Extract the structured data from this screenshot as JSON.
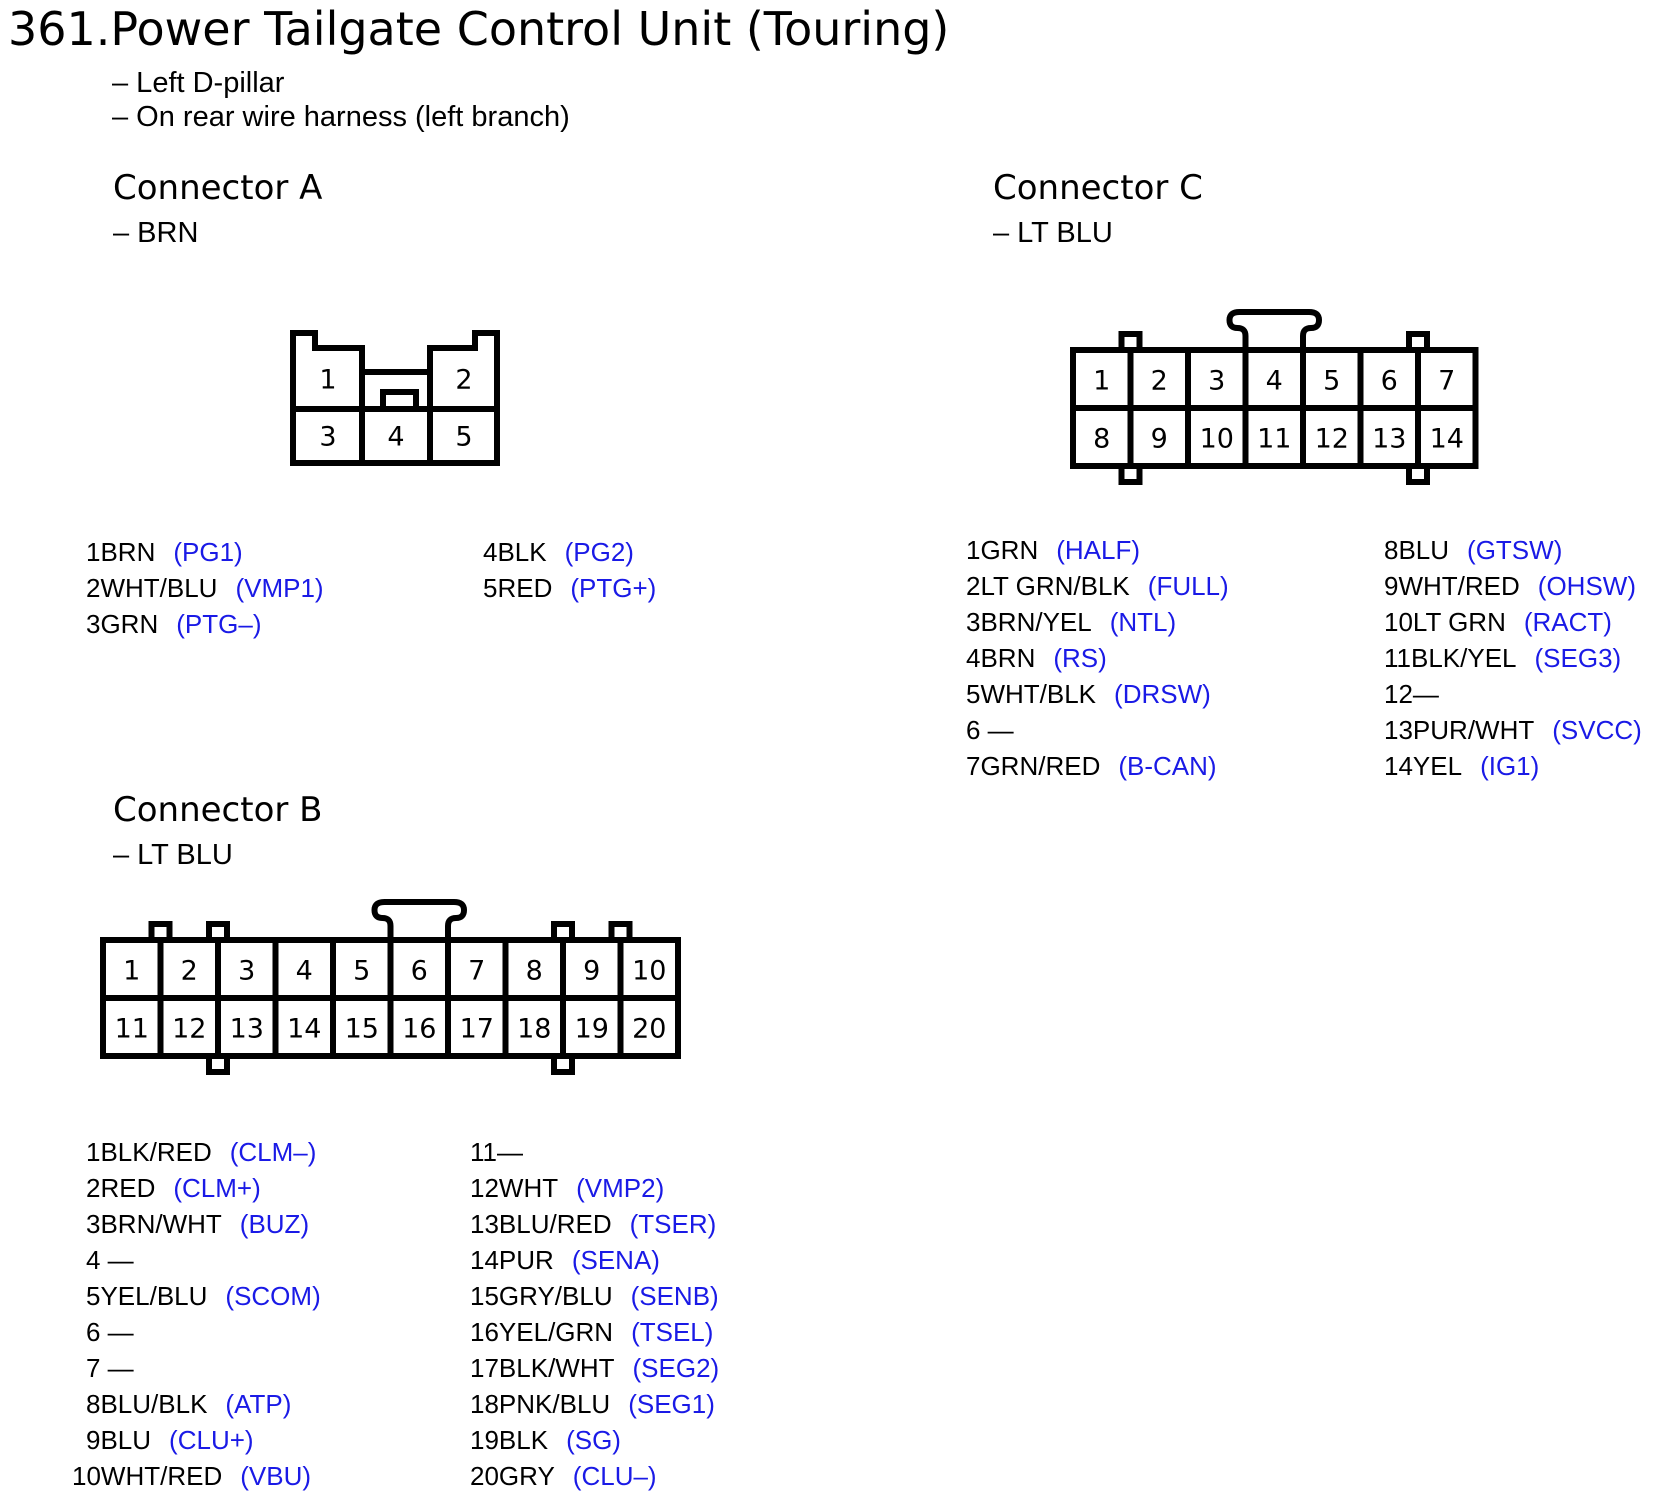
{
  "title": "361.Power Tailgate Control Unit (Touring)",
  "location": [
    "– Left D-pillar",
    "– On rear wire harness (left branch)"
  ],
  "colors": {
    "signal": "#1a1ae6",
    "outline": "#000000"
  },
  "connector_a": {
    "name": "Connector A",
    "housing_color": "– BRN",
    "cavities": [
      "1",
      "2",
      "3",
      "4",
      "5"
    ],
    "pins": [
      {
        "wire": "1BRN",
        "signal": "(PG1)"
      },
      {
        "wire": "2WHT/BLU",
        "signal": "(VMP1)"
      },
      {
        "wire": "3GRN",
        "signal": "(PTG–)"
      },
      {
        "wire": "4BLK",
        "signal": "(PG2)"
      },
      {
        "wire": "5RED",
        "signal": "(PTG+)"
      }
    ]
  },
  "connector_b": {
    "name": "Connector B",
    "housing_color": "– LT BLU",
    "cavities": [
      "1",
      "2",
      "3",
      "4",
      "5",
      "6",
      "7",
      "8",
      "9",
      "10",
      "11",
      "12",
      "13",
      "14",
      "15",
      "16",
      "17",
      "18",
      "19",
      "20"
    ],
    "pins": [
      {
        "wire": "1BLK/RED",
        "signal": "(CLM–)"
      },
      {
        "wire": "2RED",
        "signal": "(CLM+)"
      },
      {
        "wire": "3BRN/WHT",
        "signal": "(BUZ)"
      },
      {
        "wire": "4 —",
        "signal": ""
      },
      {
        "wire": "5YEL/BLU",
        "signal": "(SCOM)"
      },
      {
        "wire": "6 —",
        "signal": ""
      },
      {
        "wire": "7 —",
        "signal": ""
      },
      {
        "wire": "8BLU/BLK",
        "signal": "(ATP)"
      },
      {
        "wire": "9BLU",
        "signal": "(CLU+)"
      },
      {
        "wire": "10WHT/RED",
        "signal": "(VBU)"
      },
      {
        "wire": "11—",
        "signal": ""
      },
      {
        "wire": "12WHT",
        "signal": "(VMP2)"
      },
      {
        "wire": "13BLU/RED",
        "signal": "(TSER)"
      },
      {
        "wire": "14PUR",
        "signal": "(SENA)"
      },
      {
        "wire": "15GRY/BLU",
        "signal": "(SENB)"
      },
      {
        "wire": "16YEL/GRN",
        "signal": "(TSEL)"
      },
      {
        "wire": "17BLK/WHT",
        "signal": "(SEG2)"
      },
      {
        "wire": "18PNK/BLU",
        "signal": "(SEG1)"
      },
      {
        "wire": "19BLK",
        "signal": "(SG)"
      },
      {
        "wire": "20GRY",
        "signal": "(CLU–)"
      }
    ]
  },
  "connector_c": {
    "name": "Connector C",
    "housing_color": "– LT BLU",
    "cavities": [
      "1",
      "2",
      "3",
      "4",
      "5",
      "6",
      "7",
      "8",
      "9",
      "10",
      "11",
      "12",
      "13",
      "14"
    ],
    "pins": [
      {
        "wire": "1GRN",
        "signal": "(HALF)"
      },
      {
        "wire": "2LT GRN/BLK",
        "signal": "(FULL)"
      },
      {
        "wire": "3BRN/YEL",
        "signal": "(NTL)"
      },
      {
        "wire": "4BRN",
        "signal": "(RS)"
      },
      {
        "wire": "5WHT/BLK",
        "signal": "(DRSW)"
      },
      {
        "wire": "6 —",
        "signal": ""
      },
      {
        "wire": "7GRN/RED",
        "signal": "(B-CAN)"
      },
      {
        "wire": "8BLU",
        "signal": "(GTSW)"
      },
      {
        "wire": "9WHT/RED",
        "signal": "(OHSW)"
      },
      {
        "wire": "10LT GRN",
        "signal": "(RACT)"
      },
      {
        "wire": "11BLK/YEL",
        "signal": "(SEG3)"
      },
      {
        "wire": "12—",
        "signal": ""
      },
      {
        "wire": "13PUR/WHT",
        "signal": "(SVCC)"
      },
      {
        "wire": "14YEL",
        "signal": "(IG1)"
      }
    ]
  }
}
